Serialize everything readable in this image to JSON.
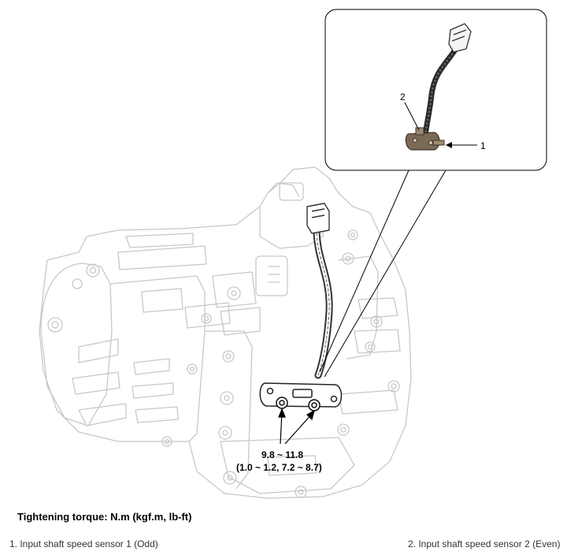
{
  "callouts": {
    "sensor_1": "1",
    "sensor_2": "2"
  },
  "torque_spec": {
    "line1": "9.8 ~ 11.8",
    "line2": "(1.0 ~ 1.2, 7.2 ~ 8.7)"
  },
  "caption": "Tightening torque: N.m (kgf.m, lb-ft)",
  "legend": {
    "item_1": "1. Input shaft speed sensor 1 (Odd)",
    "item_2": "2. Input shaft speed sensor 2 (Even)"
  }
}
